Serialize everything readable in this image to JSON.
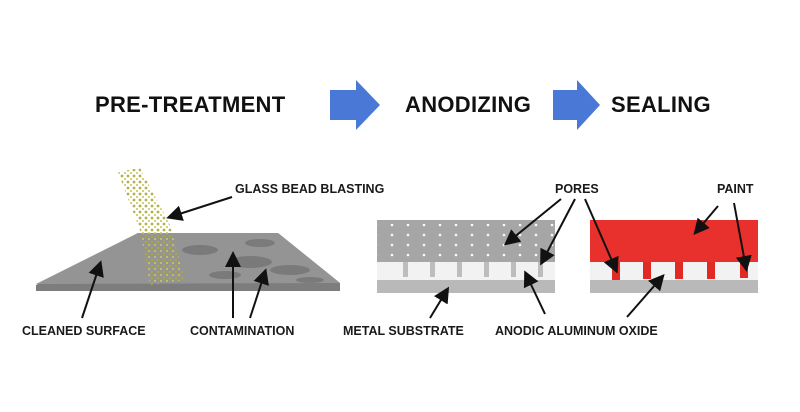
{
  "steps": [
    {
      "title": "PRE-TREATMENT"
    },
    {
      "title": "ANODIZING"
    },
    {
      "title": "SEALING"
    }
  ],
  "labels": {
    "glass_bead": "GLASS BEAD BLASTING",
    "cleaned_surface": "CLEANED SURFACE",
    "contamination": "CONTAMINATION",
    "pores": "PORES",
    "paint": "PAINT",
    "metal_substrate": "METAL SUBSTRATE",
    "anodic_oxide": "ANODIC ALUMINUM OXIDE"
  },
  "colors": {
    "arrow": "#4a78d6",
    "paint": "#e8312c",
    "slab": "#8f8f8f",
    "oxide": "#f2f2f2",
    "beads": "#b8b84a"
  }
}
